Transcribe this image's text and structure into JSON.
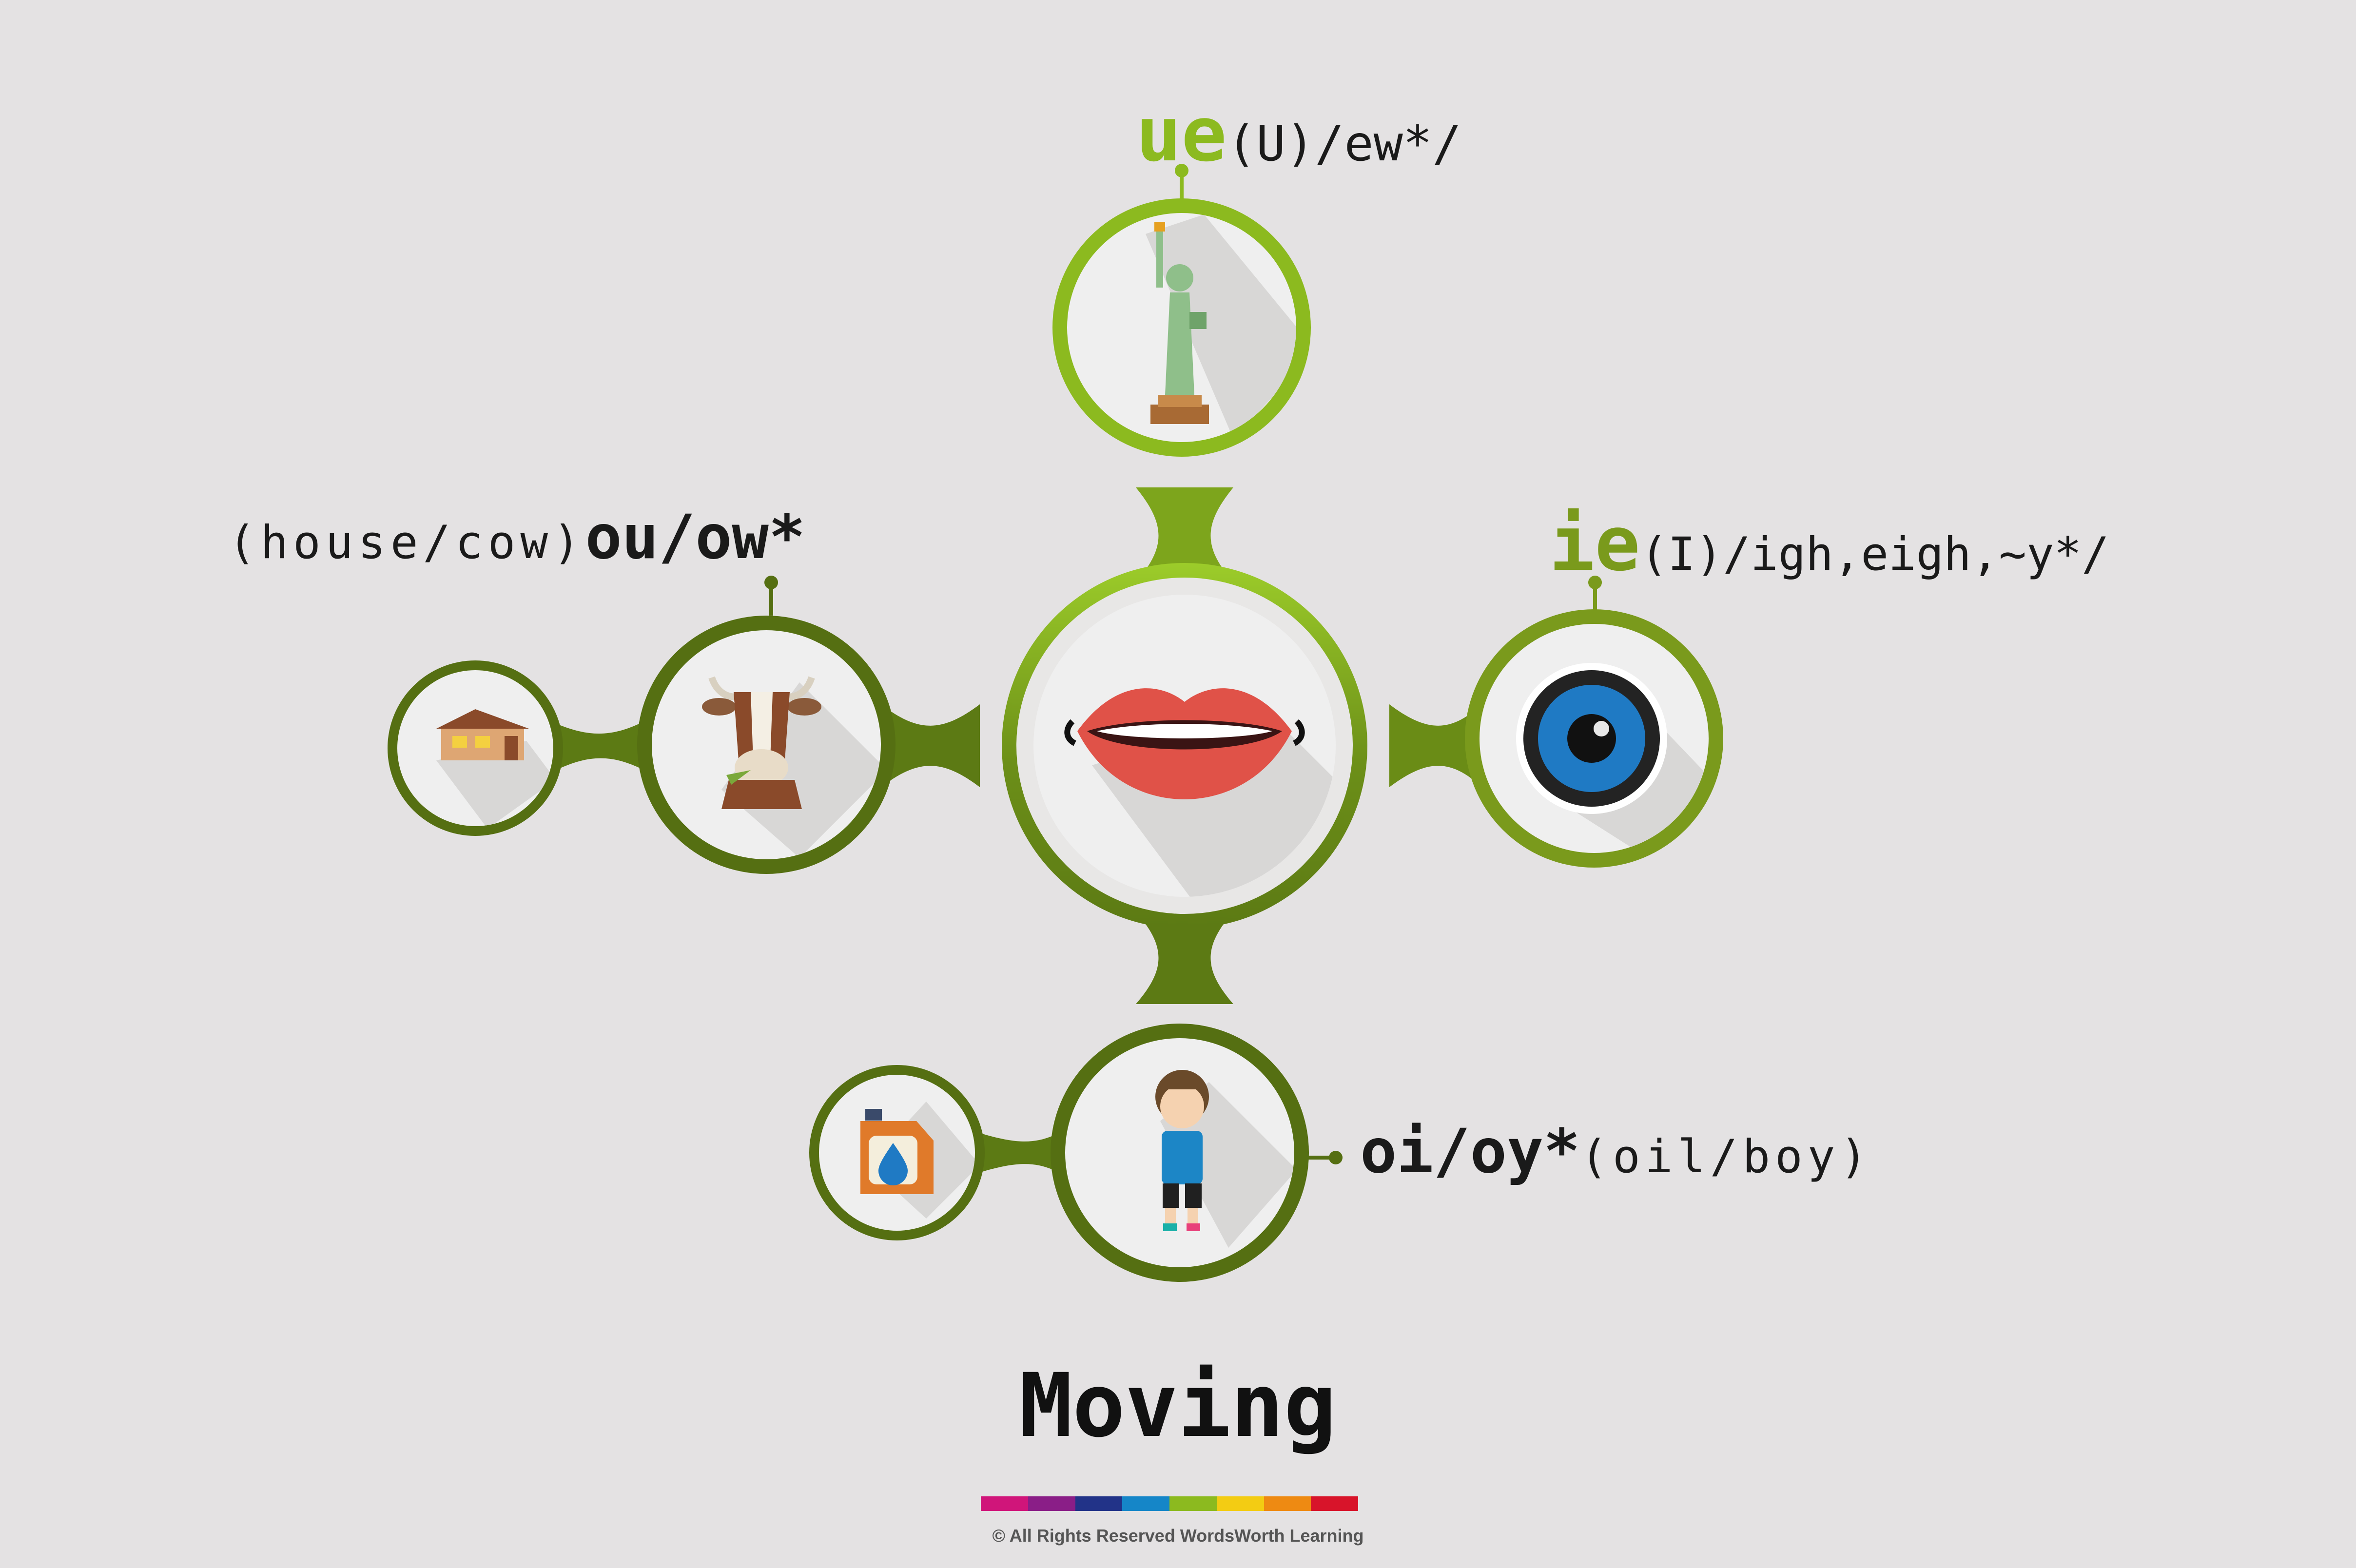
{
  "title": "Moving",
  "copyright": "© All Rights Reserved WordsWorth Learning",
  "nodes": {
    "ue": {
      "grapheme": "ue",
      "rest": "(U)/ew*/"
    },
    "ie": {
      "grapheme": "ie",
      "rest": "(I)/igh,eigh,~y*/"
    },
    "ou": {
      "examples": "(house/cow)",
      "grapheme": "ou/ow*"
    },
    "oi": {
      "grapheme": "oi/oy*",
      "examples": "(oil/boy)"
    }
  },
  "icons": {
    "center": "lips-icon",
    "top": "statue-of-liberty-icon",
    "right": "eye-icon",
    "left-outer": "house-icon",
    "left-inner": "cow-icon",
    "bottom-inner": "boy-icon",
    "bottom-outer": "oil-can-icon"
  },
  "colors": {
    "background": "#e4e2e3",
    "bright_green": "#8cba1f",
    "dark_green": "#556f12",
    "olive_green": "#7a9a1c",
    "circle_fill": "#efefef"
  },
  "color_bar": [
    "#d0157a",
    "#8a1e87",
    "#223388",
    "#1586c8",
    "#8cba1f",
    "#f3cc13",
    "#ee8a12",
    "#d8142a"
  ]
}
